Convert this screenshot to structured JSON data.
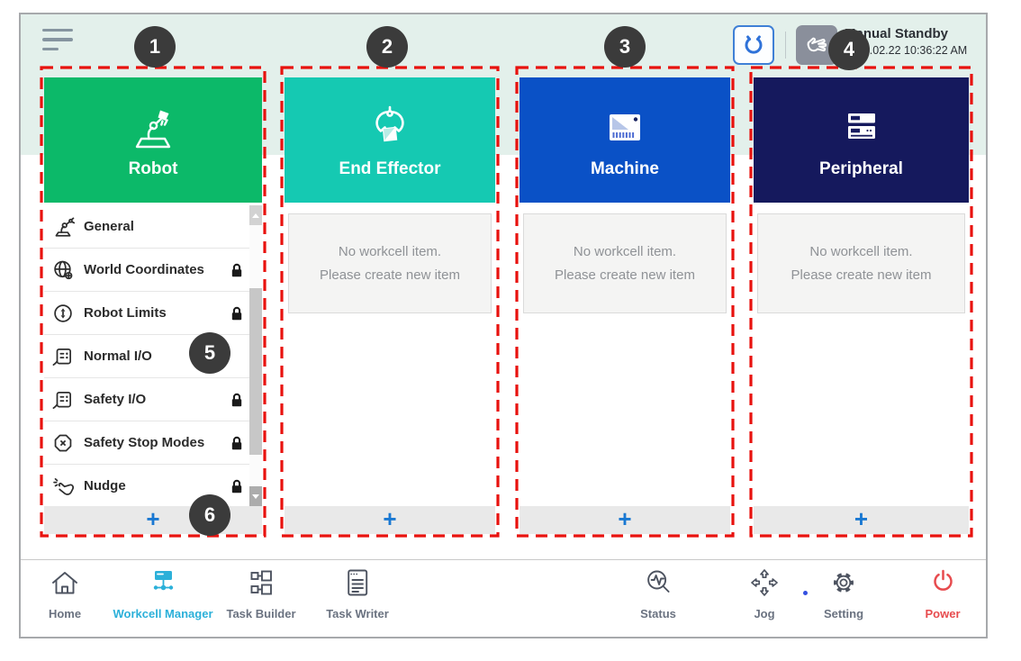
{
  "header": {
    "status_title": "Manual Standby",
    "status_time": "2022.02.22 10:36:22 AM"
  },
  "workcells": {
    "columns": [
      {
        "title": "Robot",
        "color": "#0cb969"
      },
      {
        "title": "End Effector",
        "color": "#15c9b2"
      },
      {
        "title": "Machine",
        "color": "#0a51c6"
      },
      {
        "title": "Peripheral",
        "color": "#15195d"
      }
    ],
    "robot_items": [
      {
        "label": "General",
        "locked": false
      },
      {
        "label": "World Coordinates",
        "locked": true
      },
      {
        "label": "Robot Limits",
        "locked": true
      },
      {
        "label": "Normal I/O",
        "locked": false
      },
      {
        "label": "Safety I/O",
        "locked": true
      },
      {
        "label": "Safety Stop Modes",
        "locked": true
      },
      {
        "label": "Nudge",
        "locked": true
      }
    ],
    "empty": {
      "line1": "No workcell item.",
      "line2": "Please create new item"
    },
    "add_label": "+"
  },
  "nav": {
    "items": [
      {
        "label": "Home"
      },
      {
        "label": "Workcell Manager",
        "active": true
      },
      {
        "label": "Task Builder"
      },
      {
        "label": "Task Writer"
      },
      {
        "label": "Status"
      },
      {
        "label": "Jog"
      },
      {
        "label": "Setting"
      },
      {
        "label": "Power"
      }
    ]
  },
  "badges": [
    "1",
    "2",
    "3",
    "4",
    "5",
    "6"
  ],
  "colors": {
    "accent_active": "#2bb0d9",
    "power_red": "#e74b4e",
    "annotation_red": "#e8120e",
    "badge_bg": "#3b3b3b",
    "top_band": "#e3f0eb"
  }
}
